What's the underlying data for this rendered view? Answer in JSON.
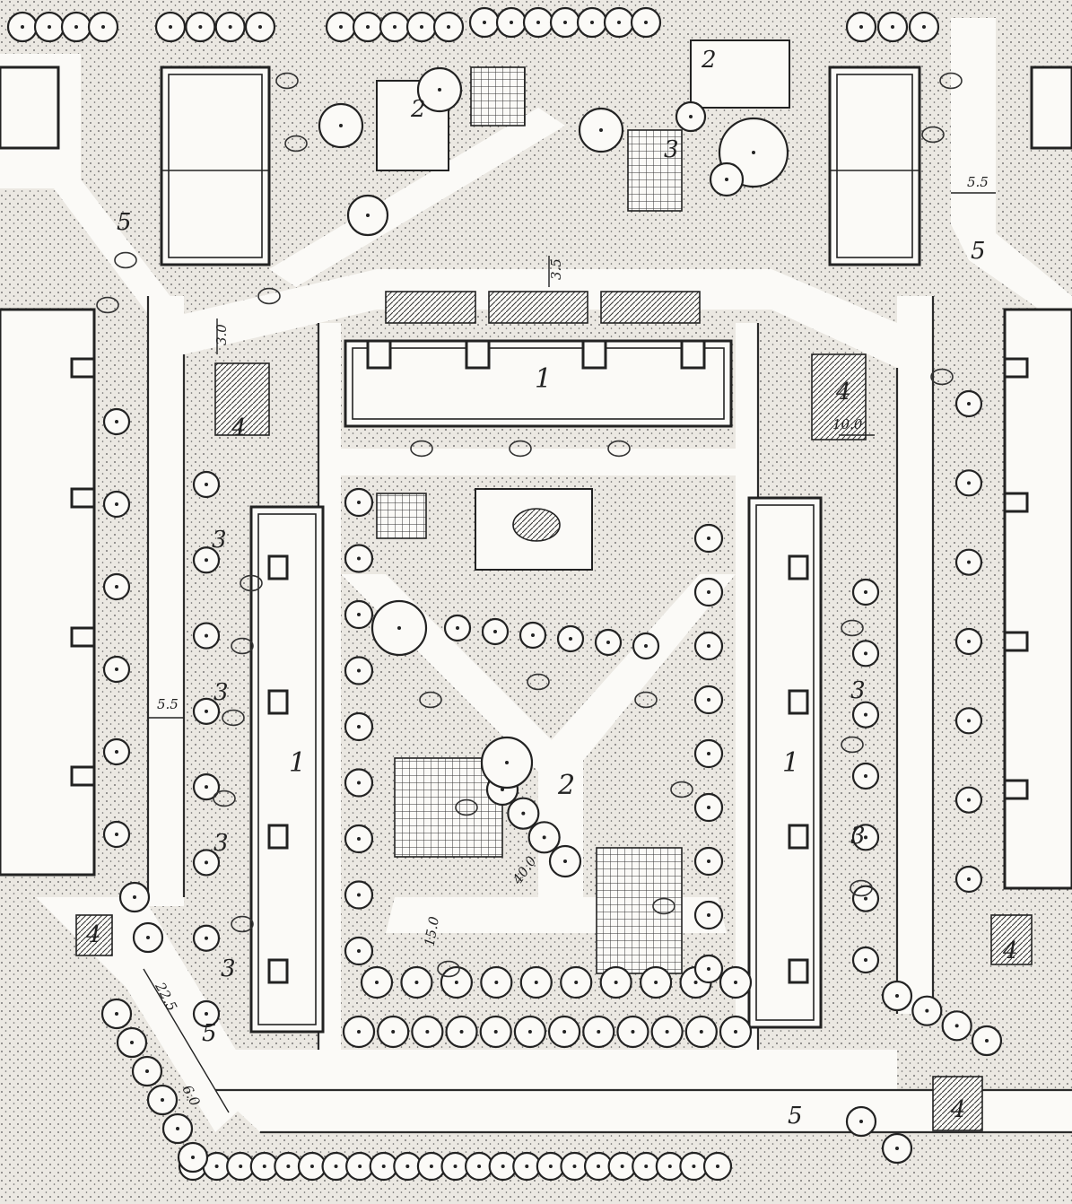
{
  "zone_labels": {
    "building_north": "1",
    "building_west": "1",
    "building_east": "1",
    "courtyard_center": "2",
    "playground_nw": "2",
    "playground_ne": "2",
    "sport_north": "3",
    "yard_west_1": "3",
    "yard_west_2": "3",
    "yard_west_3": "3",
    "yard_west_4": "3",
    "yard_east_1": "3",
    "yard_east_2": "3",
    "utility_nw": "4",
    "utility_ne": "4",
    "utility_sw": "4",
    "utility_se_1": "4",
    "utility_se_2": "4",
    "road_nw": "5",
    "road_ne": "5",
    "road_south": "5",
    "road_sw": "5"
  },
  "dimensions": {
    "width_north_path": "3.5",
    "width_nw_path": "3.0",
    "width_ne_road": "5.5",
    "width_west_road": "5.5",
    "length_ne_utility": "10.0",
    "length_center_path": "15.0",
    "length_center_walk": "40.0",
    "width_sw_road": "22.5",
    "width_sw_road_b": "6.0"
  }
}
